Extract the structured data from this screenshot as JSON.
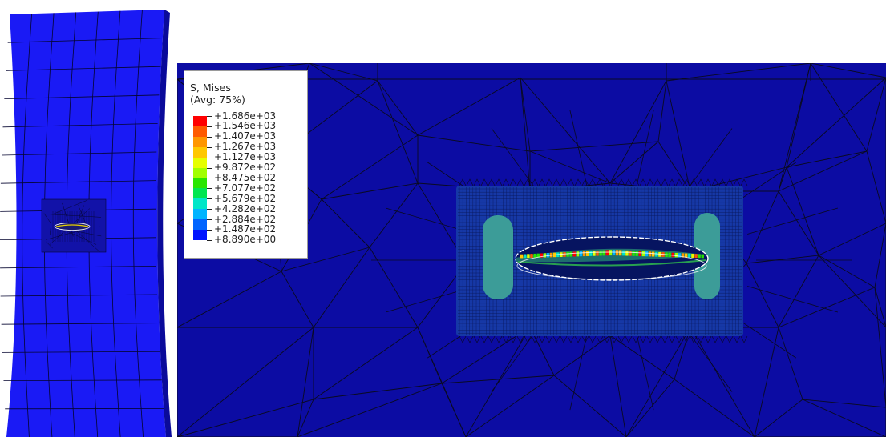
{
  "legend": {
    "title": "S, Mises",
    "subtitle": "(Avg: 75%)",
    "colors": [
      "#ff0000",
      "#ff5a00",
      "#ff9600",
      "#ffc800",
      "#e6ff00",
      "#a0ff00",
      "#28e600",
      "#00e650",
      "#00e6c8",
      "#00b4ff",
      "#0064ff",
      "#0014ff"
    ],
    "values": [
      "+1.686e+03",
      "+1.546e+03",
      "+1.407e+03",
      "+1.267e+03",
      "+1.127e+03",
      "+9.872e+02",
      "+8.475e+02",
      "+7.077e+02",
      "+5.679e+02",
      "+4.282e+02",
      "+2.884e+02",
      "+1.487e+02",
      "+8.890e+00"
    ]
  },
  "colors": {
    "plate": "#1a1af5",
    "plate_dark": "#0a0a9a",
    "zoom_background": "#0c0ca3",
    "zoom_mesh": "#0a0a20",
    "refined_zone": "#1638a6",
    "stress_band": "#3c9c98"
  }
}
